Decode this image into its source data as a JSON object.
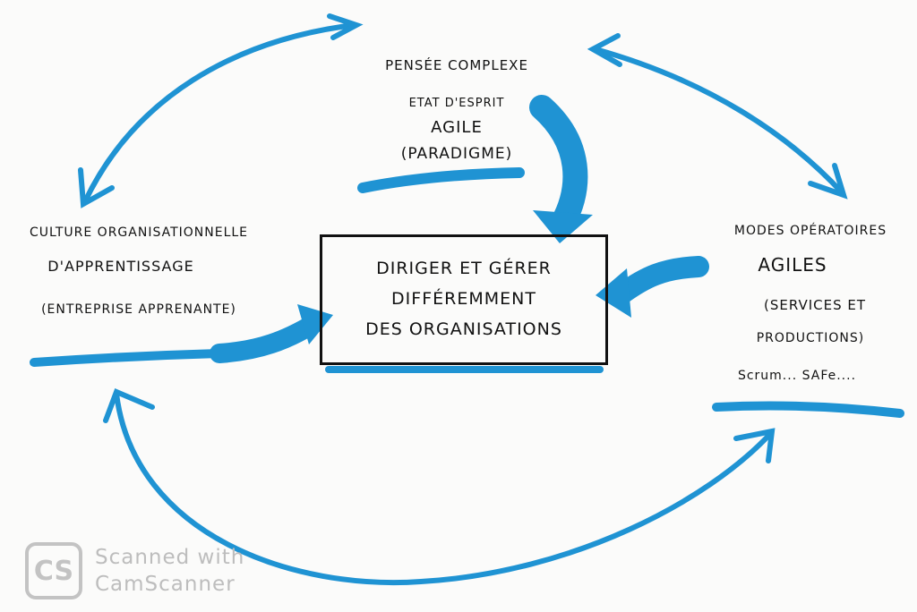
{
  "colors": {
    "marker_blue": "#1f93d3",
    "ink": "#111111"
  },
  "top": {
    "line1": "Pensée complexe",
    "line2": "Etat d'esprit",
    "line3": "Agile",
    "line4": "(Paradigme)"
  },
  "left": {
    "line1": "Culture organisationnelle",
    "line2": "d'apprentissage",
    "line3": "(Entreprise apprenante)"
  },
  "center": {
    "line1": "Diriger et Gérer",
    "line2": "Différemment",
    "line3": "des organisations"
  },
  "right": {
    "line1": "Modes opératoires",
    "line2": "Agiles",
    "line3": "(Services et",
    "line4": "productions)",
    "line5": "Scrum... SAFe...."
  },
  "watermark": {
    "logo": "CS",
    "line1": "Scanned with",
    "line2": "CamScanner"
  }
}
